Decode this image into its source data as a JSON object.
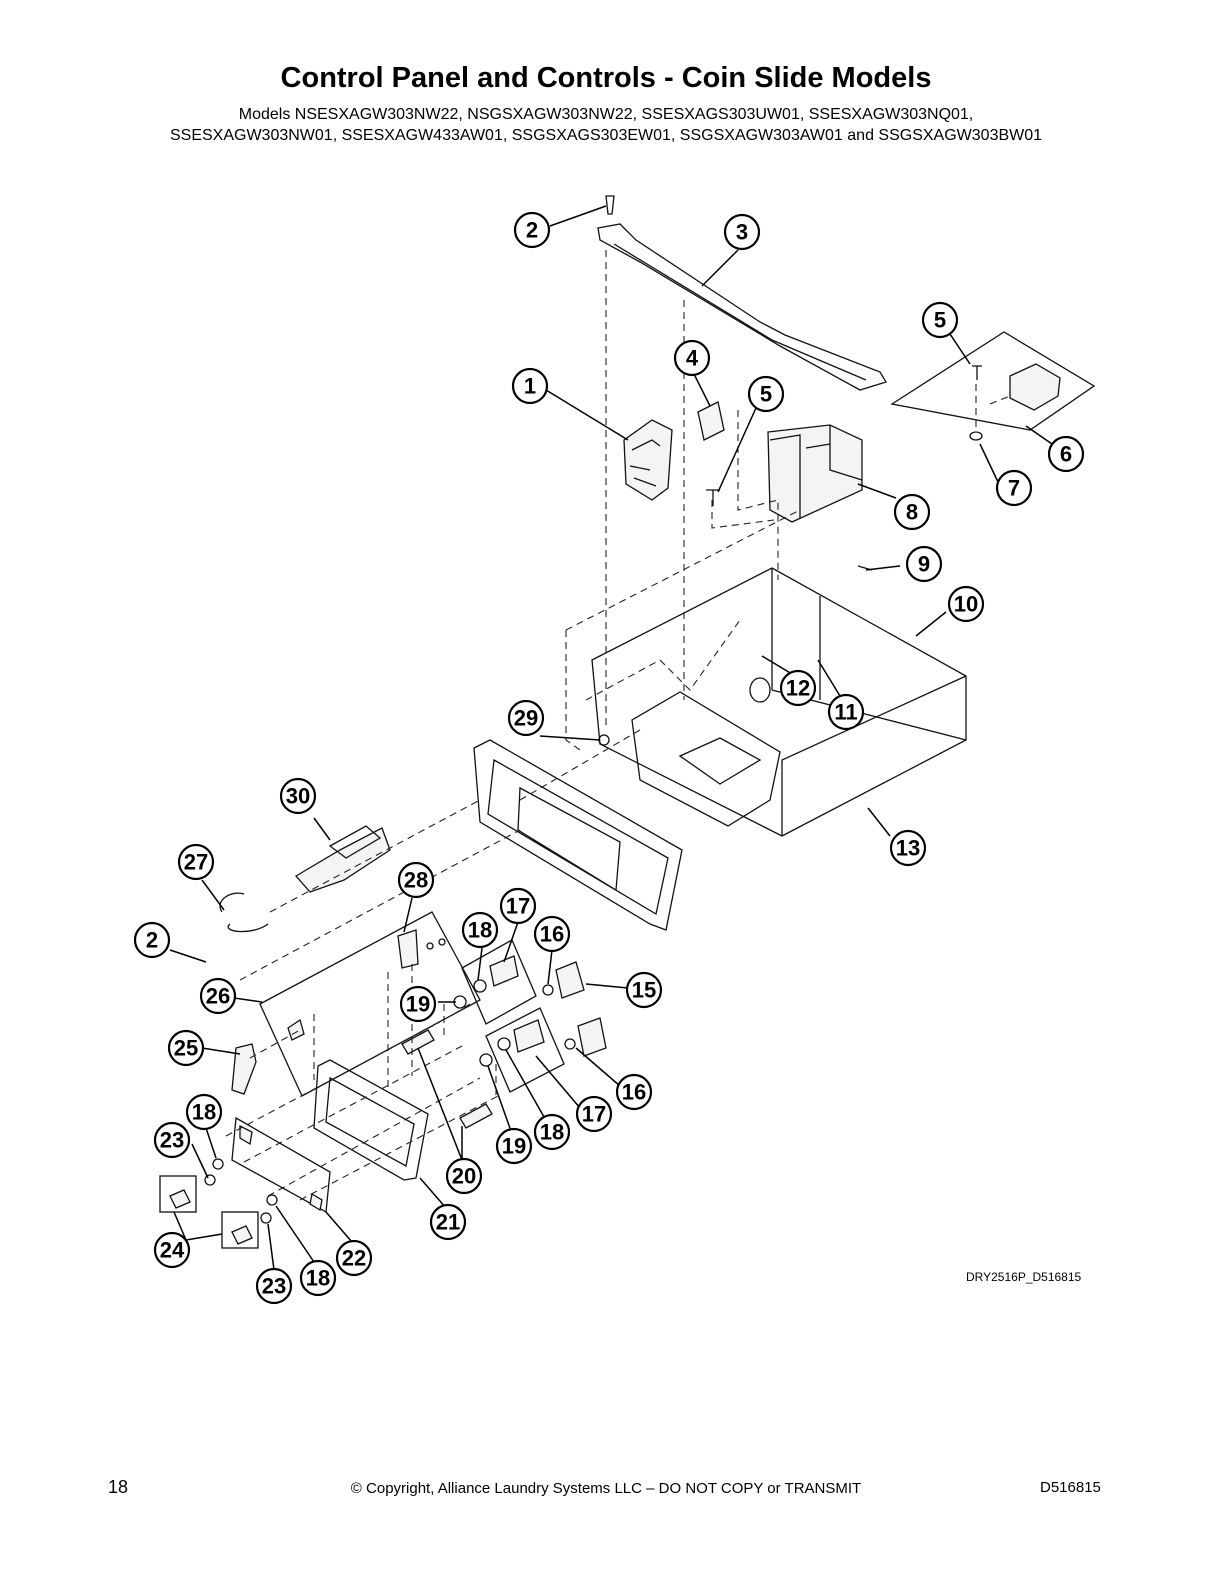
{
  "header": {
    "title": "Control Panel and Controls - Coin Slide Models",
    "models_line1": "Models NSESXAGW303NW22, NSGSXAGW303NW22, SSESXAGS303UW01, SSESXAGW303NQ01,",
    "models_line2": "SSESXAGW303NW01, SSESXAGW433AW01, SSGSXAGS303EW01, SSGSXAGW303AW01 and SSGSXAGW303BW01"
  },
  "diagram": {
    "drawing_ref": "DRY2516P_D516815",
    "callouts": [
      "2",
      "3",
      "5",
      "4",
      "1",
      "5",
      "6",
      "7",
      "8",
      "9",
      "10",
      "12",
      "11",
      "29",
      "13",
      "30",
      "27",
      "28",
      "17",
      "18",
      "16",
      "2",
      "26",
      "19",
      "15",
      "25",
      "16",
      "17",
      "18",
      "19",
      "20",
      "21",
      "22",
      "24",
      "23",
      "18",
      "23",
      "18"
    ]
  },
  "footer": {
    "page_number": "18",
    "copyright": "© Copyright, Alliance Laundry Systems LLC – DO NOT COPY or TRANSMIT",
    "doc_id": "D516815"
  }
}
